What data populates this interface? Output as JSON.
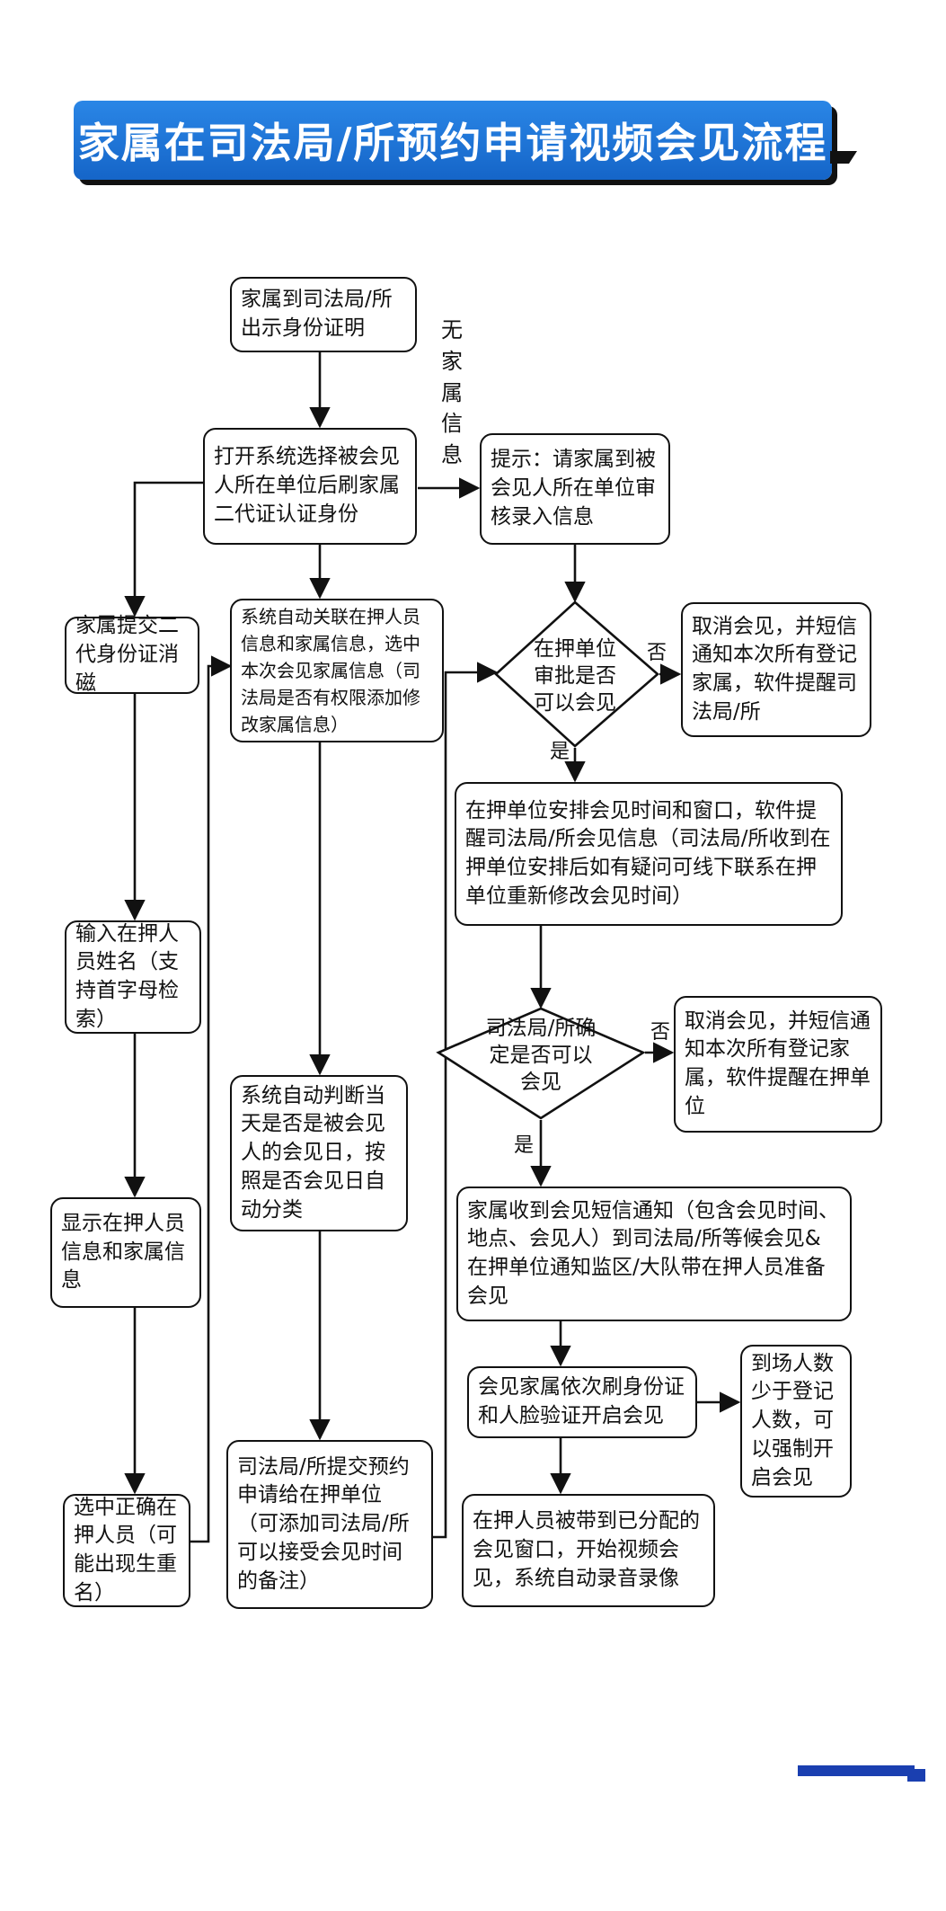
{
  "title": "家属在司法局/所预约申请视频会见流程",
  "nodes": {
    "n1": "家属到司法局/所出示身份证明",
    "n2": "打开系统选择被会见人所在单位后刷家属二代证认证身份",
    "n3": "提示：请家属到被会见人所在单位审核录入信息",
    "n4": "家属提交二代身份证消磁",
    "n5": "系统自动关联在押人员信息和家属信息，选中本次会见家属信息（司法局是否有权限添加修改家属信息）",
    "d1": "在押单位审批是否可以会见",
    "n6": "取消会见，并短信通知本次所有登记家属，软件提醒司法局/所",
    "n7": "在押单位安排会见时间和窗口，软件提醒司法局/所会见信息（司法局/所收到在押单位安排后如有疑问可线下联系在押单位重新修改会见时间）",
    "n8": "输入在押人员姓名（支持首字母检索）",
    "d2": "司法局/所确定是否可以会见",
    "n9": "取消会见，并短信通知本次所有登记家属，软件提醒在押单位",
    "n10": "系统自动判断当天是否是被会见人的会见日，按照是否会见日自动分类",
    "n11": "家属收到会见短信通知（包含会见时间、地点、会见人）到司法局/所等候会见&在押单位通知监区/大队带在押人员准备会见",
    "n12": "显示在押人员信息和家属信息",
    "n13": "会见家属依次刷身份证和人脸验证开启会见",
    "n14": "到场人数少于登记人数，可以强制开启会见",
    "n15": "选中正确在押人员（可能出现生重名）",
    "n16": "司法局/所提交预约申请给在押单位（可添加司法局/所可以接受会见时间的备注）",
    "n17": "在押人员被带到已分配的会见窗口，开始视频会见，系统自动录音录像"
  },
  "labels": {
    "no_info": "无家属信息",
    "no1": "否",
    "yes1": "是",
    "no2": "否",
    "yes2": "是"
  },
  "colors": {
    "banner": "#1e78dc",
    "line": "#111111",
    "mark": "#1a3fb0"
  }
}
